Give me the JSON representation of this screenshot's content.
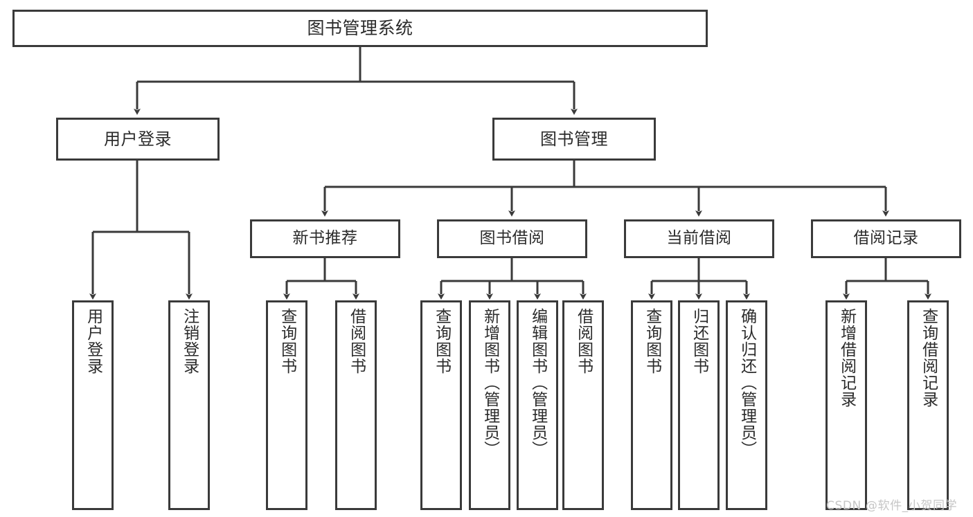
{
  "diagram": {
    "title": "图书管理系统",
    "type": "tree-hierarchy",
    "line_color": "#3a3a3a",
    "text_color": "#2b2b2b",
    "background": "#ffffff",
    "watermark": "CSDN @软件_小贺同学",
    "watermark_color": "#c6c6c6"
  },
  "nodes": {
    "root": {
      "label": "图书管理系统"
    },
    "level1": [
      {
        "label": "用户登录"
      },
      {
        "label": "图书管理"
      }
    ],
    "level2": [
      {
        "label": "新书推荐"
      },
      {
        "label": "图书借阅"
      },
      {
        "label": "当前借阅"
      },
      {
        "label": "借阅记录"
      }
    ],
    "leaves_login": [
      {
        "label": "用户登录"
      },
      {
        "label": "注销登录"
      }
    ],
    "leaves_newbook": [
      {
        "label": "查询图书"
      },
      {
        "label": "借阅图书"
      }
    ],
    "leaves_borrow": [
      {
        "label": "查询图书"
      },
      {
        "label": "新增图书（管理员）"
      },
      {
        "label": "编辑图书（管理员）"
      },
      {
        "label": "借阅图书"
      }
    ],
    "leaves_current": [
      {
        "label": "查询图书"
      },
      {
        "label": "归还图书"
      },
      {
        "label": "确认归还（管理员）"
      }
    ],
    "leaves_record": [
      {
        "label": "新增借阅记录"
      },
      {
        "label": "查询借阅记录"
      }
    ]
  }
}
